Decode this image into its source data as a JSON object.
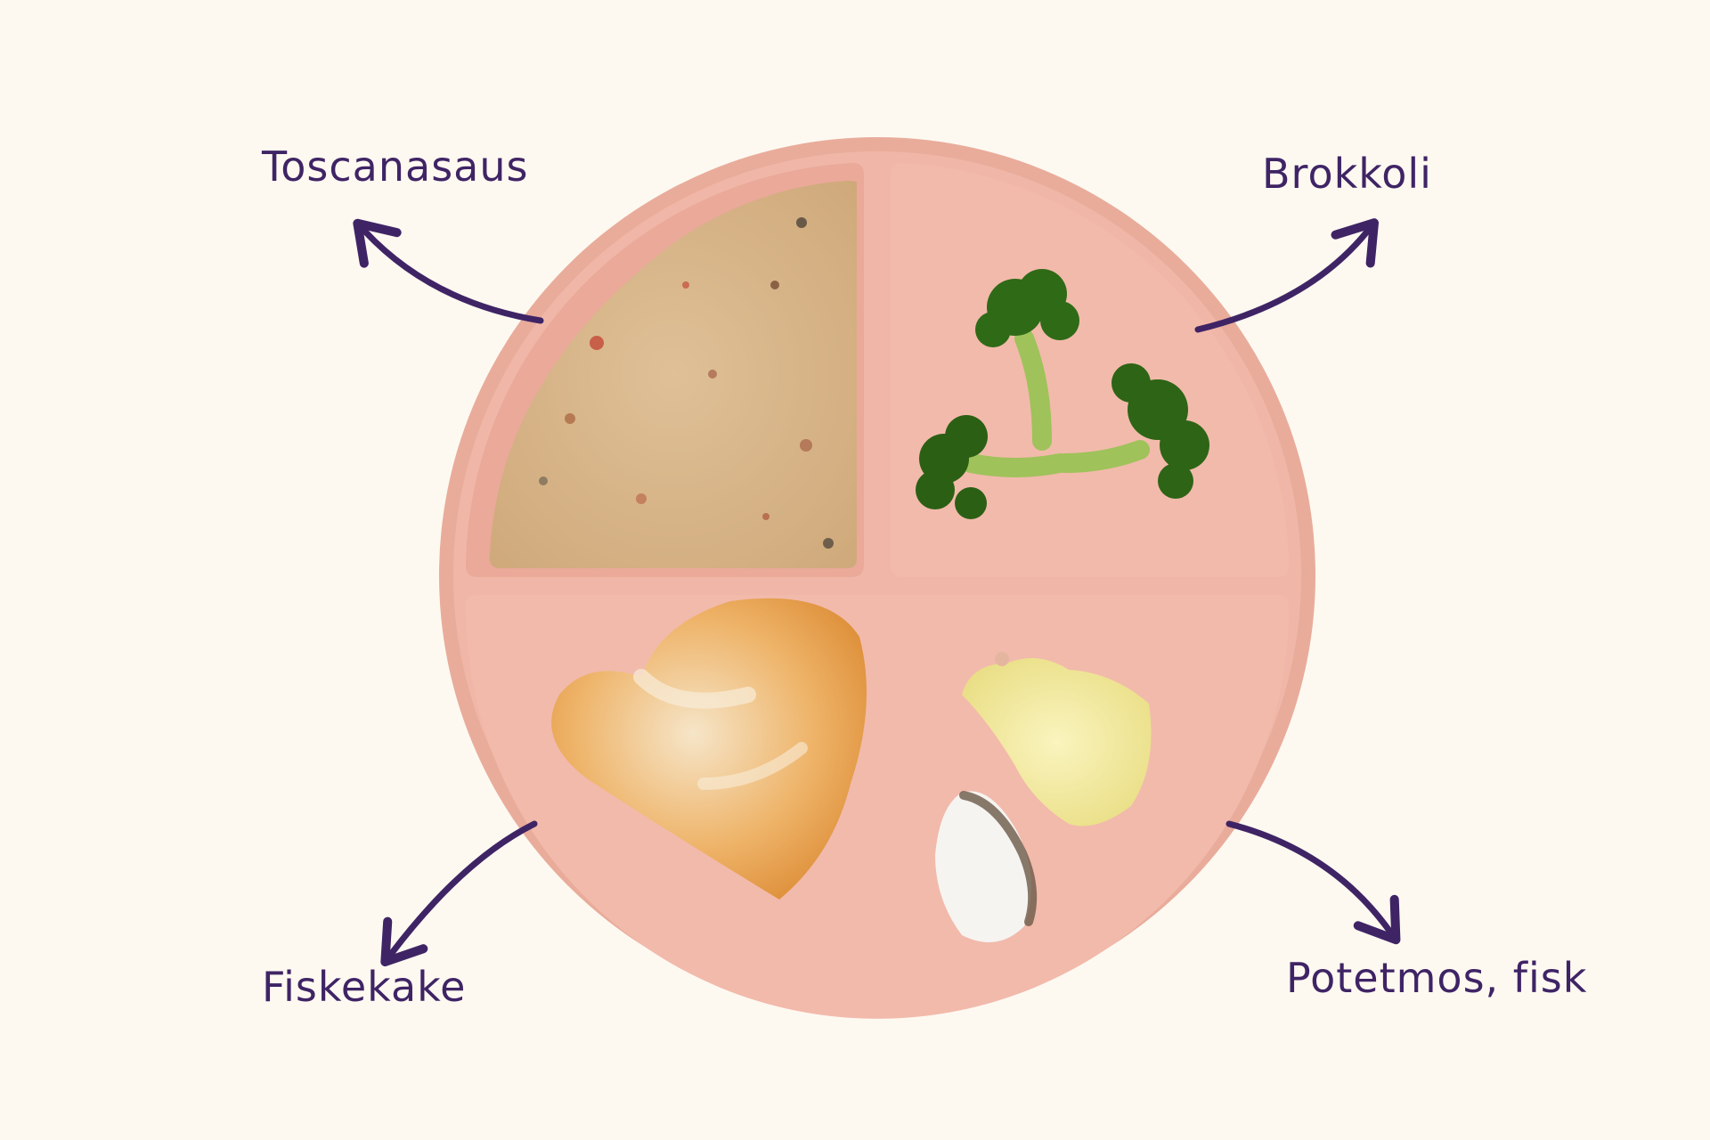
{
  "labels": {
    "top_left": "Toscanasaus",
    "top_right": "Brokkoli",
    "bottom_left": "Fiskekake",
    "bottom_right": "Potetmos, fisk"
  },
  "colors": {
    "background": "#fdf9f1",
    "label_text": "#3f2465",
    "arrow": "#3f2465",
    "plate": "#eab2a2",
    "plate_compartment": "#f1bcad",
    "sauce": "#dcbc8f",
    "broccoli": "#3b7a1f",
    "fishcake": "#e59a3f",
    "mash": "#f3ea9b"
  },
  "icons": {
    "arrow_top_left": "curved-arrow-up-left-icon",
    "arrow_top_right": "curved-arrow-up-right-icon",
    "arrow_bottom_left": "curved-arrow-down-left-icon",
    "arrow_bottom_right": "curved-arrow-down-right-icon"
  }
}
